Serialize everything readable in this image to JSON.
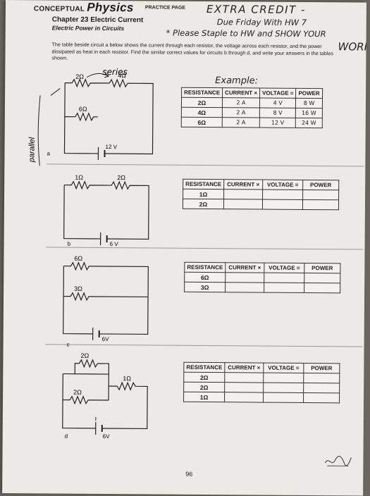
{
  "header": {
    "conceptual": "CONCEPTUAL",
    "physics": "Physics",
    "practice_page": "PRACTICE PAGE",
    "chapter": "Chapter 23 Electric Current",
    "subchapter": "Electric Power in Circuits"
  },
  "handwritten": {
    "extra_credit": "EXTRA CREDIT -",
    "due": "Due Friday With HW 7",
    "staple": "* Please Staple to HW and SHOW YOUR",
    "work": "WORK-",
    "series": "series",
    "example": "Example:",
    "parallel": "parallel"
  },
  "instructions": "The table beside circuit a below shows the current through each resistor, the voltage across each resistor, and the power dissipated as heat in each resistor. Find the similar correct values for circuits b through d, and write your answers in the tables shown.",
  "table_headers": {
    "resistance": "RESISTANCE",
    "current": "CURRENT",
    "times": "×",
    "voltage": "VOLTAGE",
    "equals": "=",
    "power": "POWER"
  },
  "circuits": {
    "a": {
      "label": "a",
      "battery": "12 V",
      "r1": "2Ω",
      "r2": "4Ω",
      "r3": "6Ω",
      "rows": [
        {
          "resistance": "2Ω",
          "current": "2 A",
          "voltage": "4 V",
          "power": "8 W"
        },
        {
          "resistance": "4Ω",
          "current": "2 A",
          "voltage": "8 V",
          "power": "16 W"
        },
        {
          "resistance": "6Ω",
          "current": "2 A",
          "voltage": "12 V",
          "power": "24 W"
        }
      ]
    },
    "b": {
      "label": "b",
      "battery": "6 V",
      "r1": "1Ω",
      "r2": "2Ω",
      "rows": [
        {
          "resistance": "1Ω"
        },
        {
          "resistance": "2Ω"
        }
      ]
    },
    "c": {
      "label": "c",
      "battery": "6V",
      "r1": "6Ω",
      "r2": "3Ω",
      "rows": [
        {
          "resistance": "6Ω"
        },
        {
          "resistance": "3Ω"
        }
      ]
    },
    "d": {
      "label": "d",
      "battery": "6V",
      "r1": "2Ω",
      "r2": "2Ω",
      "r3": "1Ω",
      "rows": [
        {
          "resistance": "2Ω"
        },
        {
          "resistance": "2Ω"
        },
        {
          "resistance": "1Ω"
        }
      ]
    }
  },
  "page_number": "96"
}
